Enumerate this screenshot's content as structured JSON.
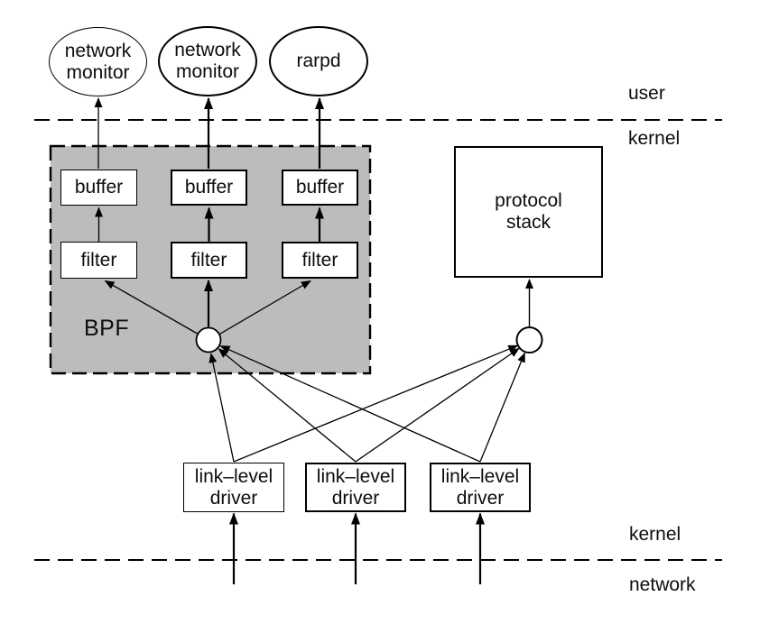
{
  "colors": {
    "bpf_fill": "#bcbcbc",
    "stroke": "#000000",
    "node_fill": "#ffffff"
  },
  "user_processes": [
    {
      "lines": [
        "network",
        "monitor"
      ]
    },
    {
      "lines": [
        "network",
        "monitor"
      ]
    },
    {
      "lines": [
        "rarpd"
      ]
    }
  ],
  "bpf": {
    "label": "BPF",
    "buffer_labels": [
      "buffer",
      "buffer",
      "buffer"
    ],
    "filter_labels": [
      "filter",
      "filter",
      "filter"
    ]
  },
  "protocol_stack": {
    "lines": [
      "protocol",
      "stack"
    ]
  },
  "drivers": [
    {
      "lines": [
        "link–level",
        "driver"
      ]
    },
    {
      "lines": [
        "link–level",
        "driver"
      ]
    },
    {
      "lines": [
        "link–level",
        "driver"
      ]
    }
  ],
  "boundaries": {
    "user": "user",
    "kernel_upper": "kernel",
    "kernel_lower": "kernel",
    "network": "network"
  }
}
